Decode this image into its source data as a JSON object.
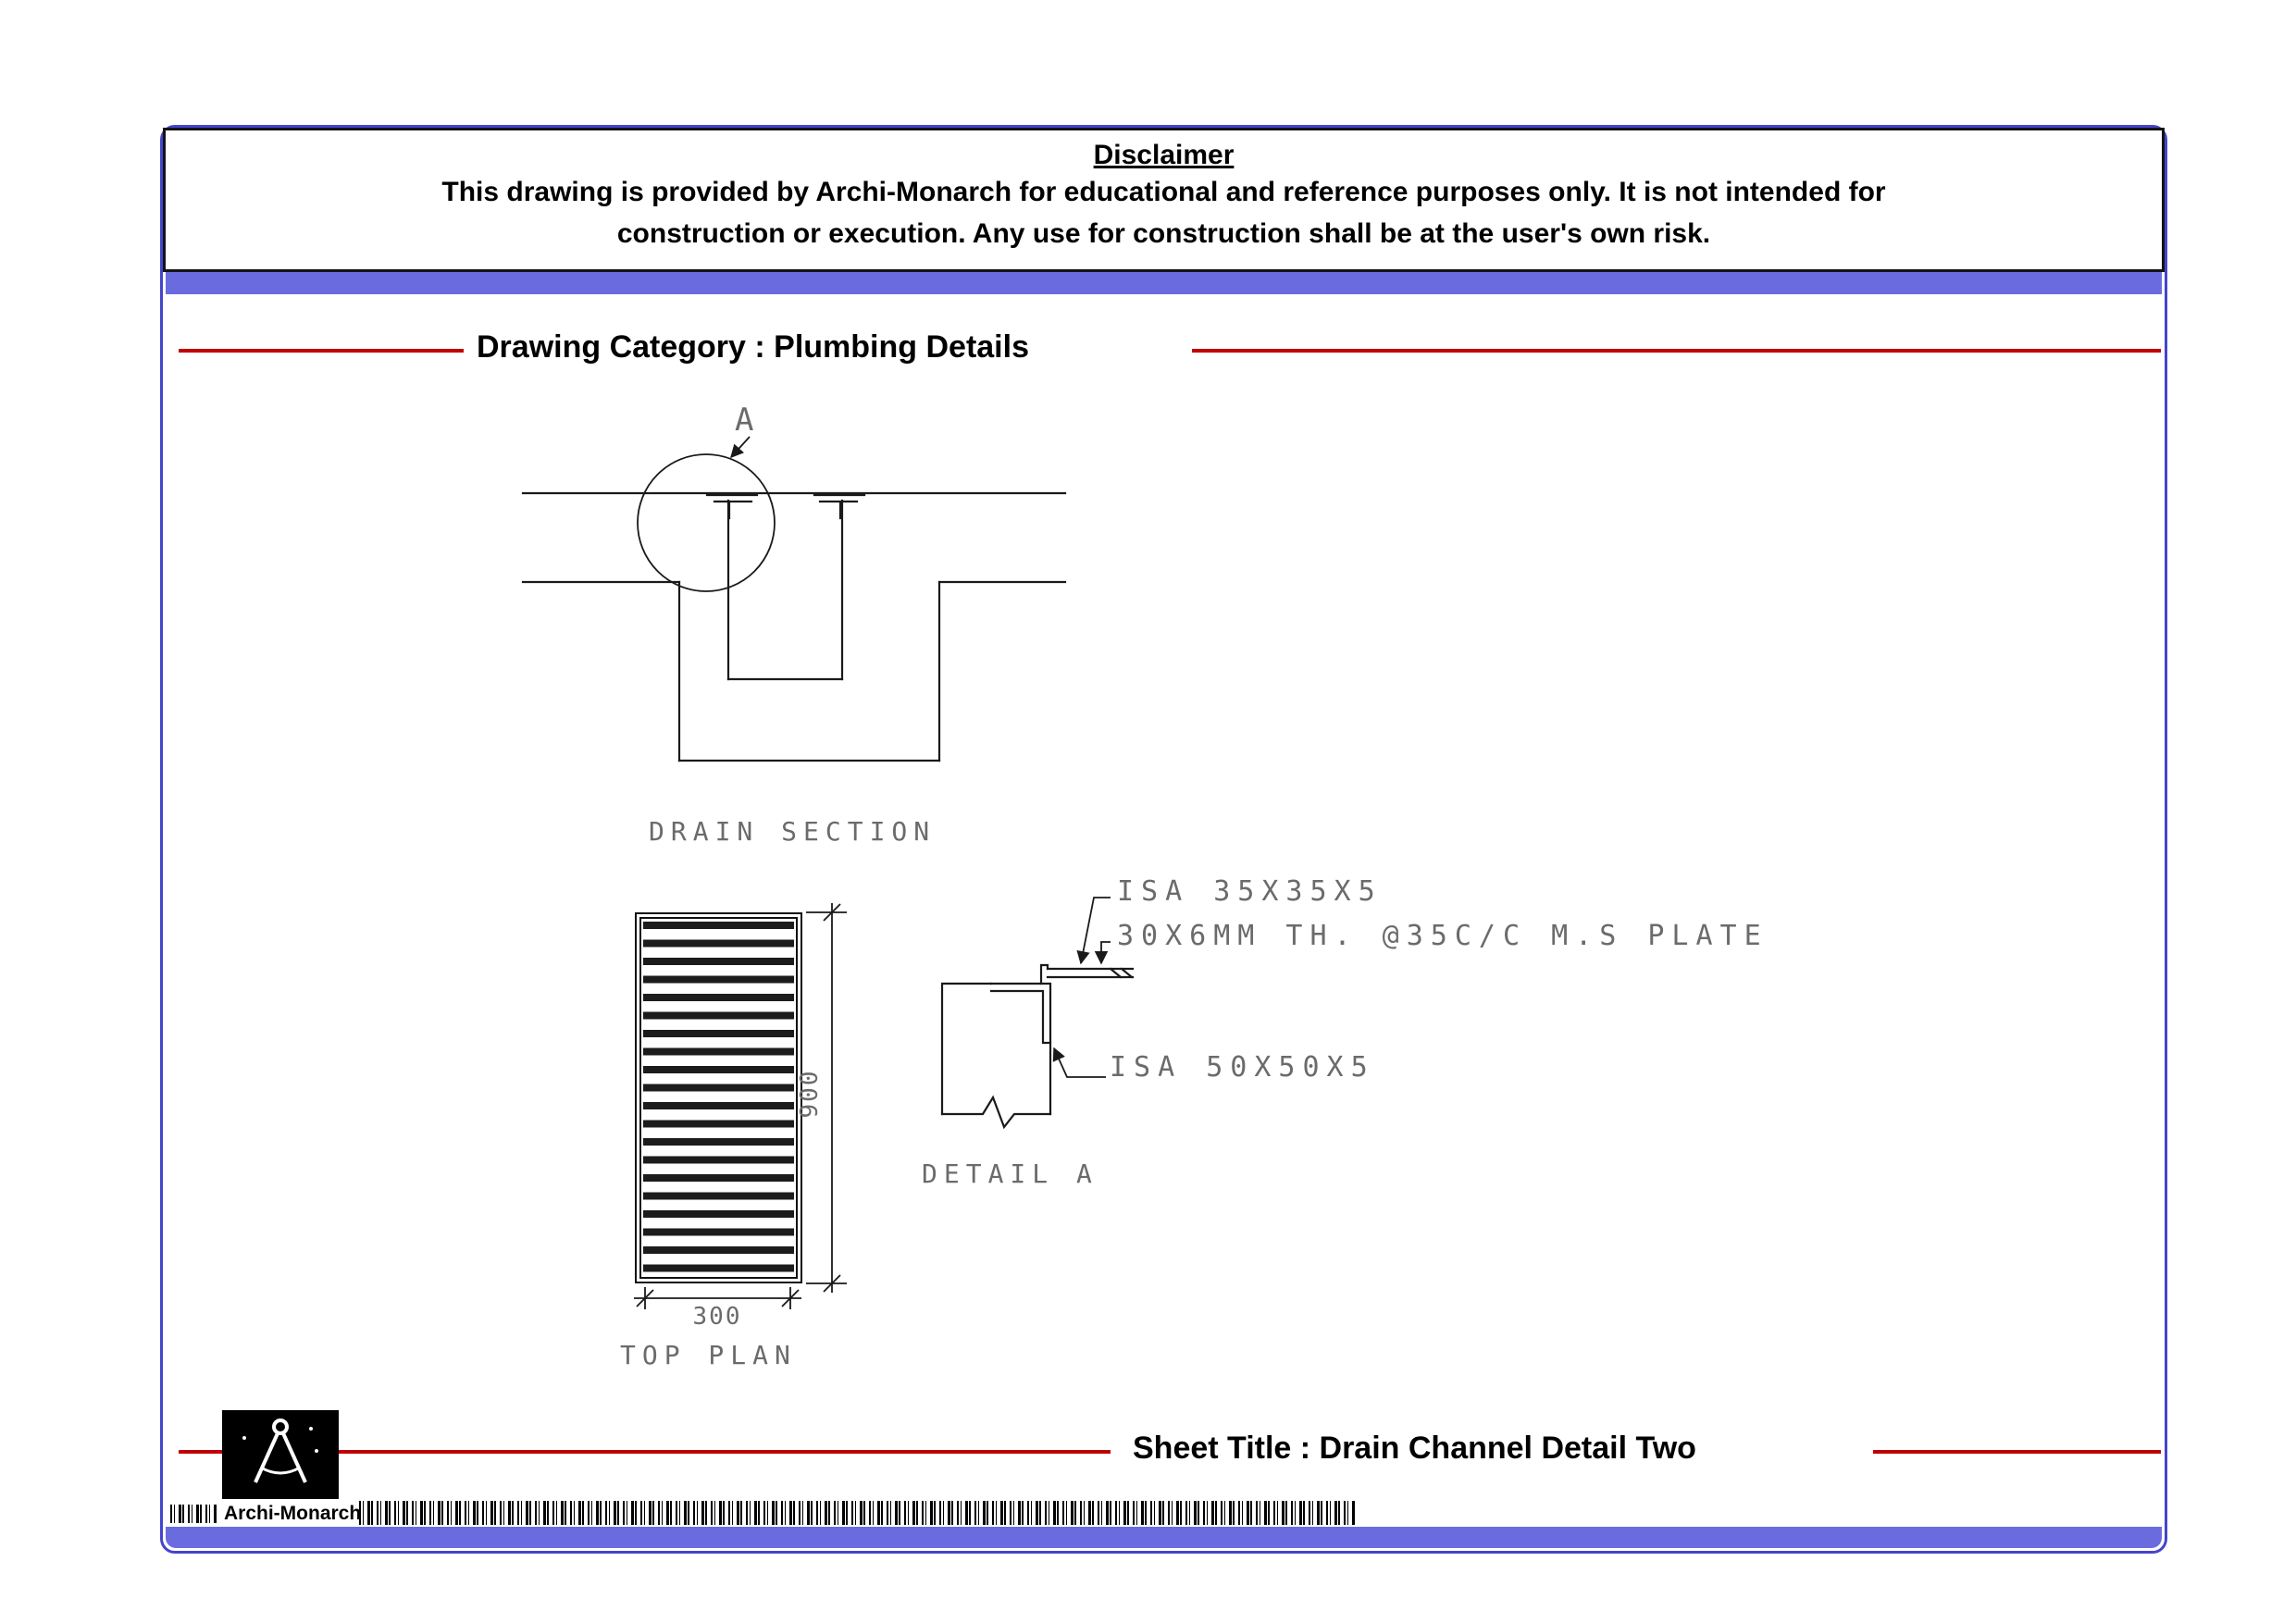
{
  "sheet": {
    "disclaimer": {
      "title": "Disclaimer",
      "line1": "This drawing is provided by Archi-Monarch for educational and reference purposes only. It is not intended for",
      "line2": "construction or execution. Any use for construction shall be at the user's own risk."
    },
    "category": {
      "label": "Drawing Category : Plumbing Details"
    },
    "footer": {
      "sheet_title": "Sheet Title : Drain Channel Detail Two",
      "brand": "Archi-Monarch"
    }
  },
  "drawings": {
    "drain_section": {
      "label": "DRAIN SECTION",
      "callout_label": "A"
    },
    "top_plan": {
      "label": "TOP PLAN",
      "height_dim": "900",
      "width_dim": "300"
    },
    "detail_a": {
      "label": "DETAIL A",
      "ann_top_angle": "ISA 35X35X5",
      "ann_plate": "30X6MM TH. @35C/C M.S PLATE",
      "ann_bottom_angle": "ISA 50X50X5"
    }
  },
  "colors": {
    "accent_bar": "#6b6be0",
    "sheet_border": "#4444cc",
    "rule_red": "#c00000",
    "cad_text_gray": "#6b6b6b",
    "line_black": "#1a1a1a"
  }
}
